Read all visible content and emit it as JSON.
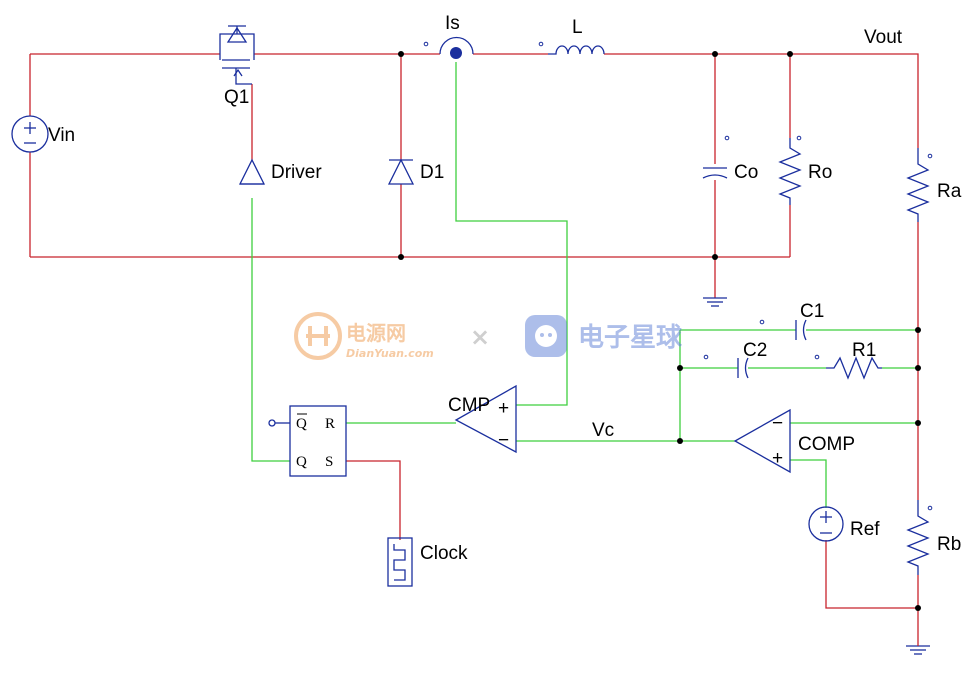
{
  "labels": {
    "vin": "Vin",
    "q1": "Q1",
    "driver": "Driver",
    "d1": "D1",
    "is": "Is",
    "l": "L",
    "vout": "Vout",
    "co": "Co",
    "ro": "Ro",
    "ra": "Ra",
    "c1": "C1",
    "c2": "C2",
    "r1": "R1",
    "cmp": "CMP",
    "vc": "Vc",
    "comp": "COMP",
    "ref": "Ref",
    "rb": "Rb",
    "clock": "Clock"
  },
  "flipflop": {
    "q_bar": "Q",
    "r": "R",
    "q": "Q",
    "s": "S"
  },
  "opamp_pins": {
    "plus": "+",
    "minus": "−"
  },
  "watermarks": {
    "dianyuan_cn": "电源网",
    "dianyuan_en": "DianYuan.com",
    "times": "×",
    "elecfans_cn": "电子星球"
  },
  "colors": {
    "power_wire": "#c8232c",
    "signal_wire": "#3fcf3f",
    "component": "#1b2f9e",
    "watermark_orange": "#f0a25a",
    "watermark_blue": "#5d7fd6"
  }
}
